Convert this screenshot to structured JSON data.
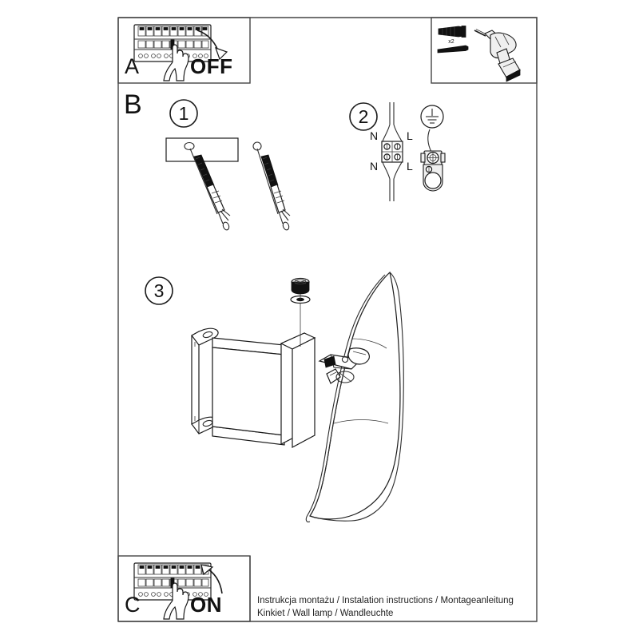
{
  "document": {
    "type": "installation-instruction-sheet",
    "product_caption_line1": "Instrukcja montażu / Instalation instructions / Montageanleitung",
    "product_caption_line2": "Kinkiet  / Wall lamp / Wandleuchte"
  },
  "panels": {
    "power_off": {
      "letter": "A",
      "state_label": "OFF",
      "icon": "circuit-breaker-panel-icon",
      "hand_icon": "hand-pointing-icon",
      "arrow_icon": "arrow-curved-down-icon"
    },
    "power_on": {
      "letter": "C",
      "state_label": "ON",
      "icon": "circuit-breaker-panel-icon",
      "hand_icon": "hand-pointing-icon",
      "arrow_icon": "arrow-curved-up-icon"
    },
    "tools": {
      "wall_plug_quantity": "x2",
      "wall_plug_icon": "wall-plug-anchor-icon",
      "screw_icon": "screw-icon",
      "drill_icon": "power-drill-icon"
    },
    "assembly": {
      "letter": "B"
    }
  },
  "steps": [
    {
      "number": "1",
      "name": "mount-wall-plate",
      "parts": [
        "wall-mounting-plate",
        "expansion-anchor-left",
        "expansion-anchor-right"
      ]
    },
    {
      "number": "2",
      "name": "wire-terminal-block",
      "terminal_labels_top": {
        "neutral": "N",
        "live": "L"
      },
      "terminal_labels_bottom": {
        "neutral": "N",
        "live": "L"
      },
      "earth_symbol": "earth-ground-icon",
      "connector_icon": "earth-terminal-connector-icon"
    },
    {
      "number": "3",
      "name": "attach-lamp-shade",
      "parts": [
        "mounting-bracket",
        "lamp-body-block",
        "curved-lamp-shade",
        "fixing-screw",
        "washer"
      ]
    }
  ],
  "colors": {
    "line": "#1a1a1a",
    "frame": "#444444",
    "shade_fill": "#ffffff",
    "metal_fill": "#efefef",
    "dark_fill": "#111111",
    "background": "#ffffff"
  }
}
